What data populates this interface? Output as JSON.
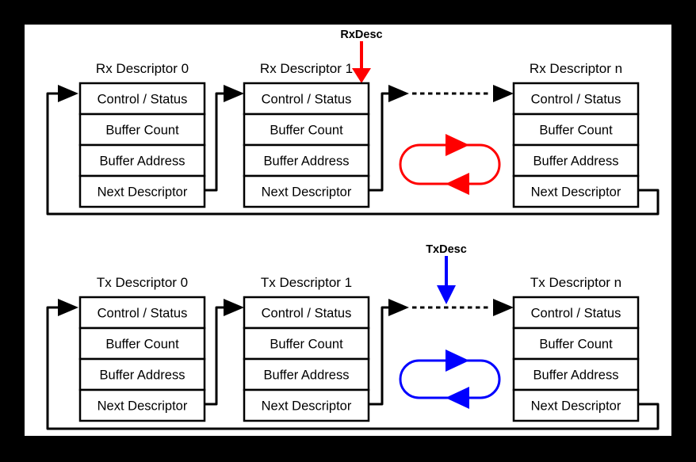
{
  "colors": {
    "background": "#000000",
    "canvas": "#ffffff",
    "line": "#000000",
    "rx_accent": "#ff0000",
    "tx_accent": "#0000ff"
  },
  "rx": {
    "pointer_label": "RxDesc",
    "descriptors": [
      {
        "title": "Rx Descriptor 0",
        "rows": [
          "Control / Status",
          "Buffer Count",
          "Buffer Address",
          "Next Descriptor"
        ]
      },
      {
        "title": "Rx Descriptor 1",
        "rows": [
          "Control / Status",
          "Buffer Count",
          "Buffer Address",
          "Next Descriptor"
        ]
      },
      {
        "title": "Rx Descriptor n",
        "rows": [
          "Control / Status",
          "Buffer Count",
          "Buffer Address",
          "Next Descriptor"
        ]
      }
    ]
  },
  "tx": {
    "pointer_label": "TxDesc",
    "descriptors": [
      {
        "title": "Tx Descriptor 0",
        "rows": [
          "Control / Status",
          "Buffer Count",
          "Buffer Address",
          "Next Descriptor"
        ]
      },
      {
        "title": "Tx Descriptor 1",
        "rows": [
          "Control / Status",
          "Buffer Count",
          "Buffer Address",
          "Next Descriptor"
        ]
      },
      {
        "title": "Tx Descriptor n",
        "rows": [
          "Control / Status",
          "Buffer Count",
          "Buffer Address",
          "Next Descriptor"
        ]
      }
    ]
  }
}
